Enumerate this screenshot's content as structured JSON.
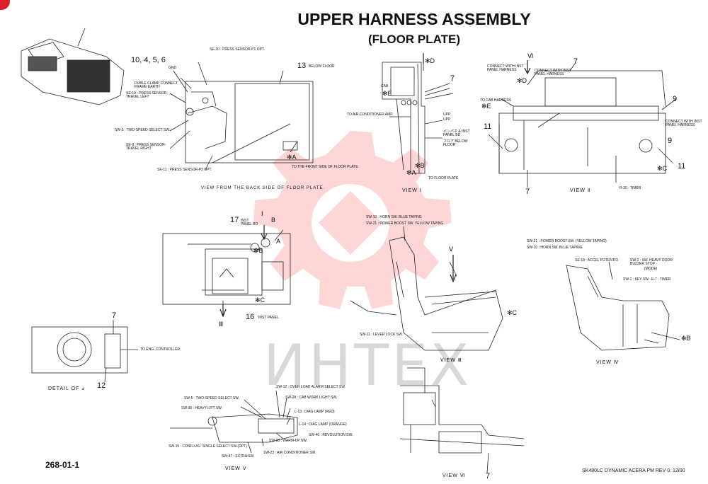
{
  "title": {
    "line1": "UPPER HARNESS ASSEMBLY",
    "line2": "(FLOOR PLATE)"
  },
  "page_number": "268-01-1",
  "footer": "SK480LC DYNAMIC ACERA PM REV 0. 12/00",
  "watermark": {
    "text": "ИНТЕХ",
    "color": "#ffd6d6"
  },
  "floor_plate_back": {
    "view_caption": "VIEW FROM THE BACK SIDE OF FLOOR PLATE.",
    "callouts": {
      "n10456": "10, 4, 5, 6",
      "gnd": "GND",
      "double_clamp": "DUBLE CLAMP CONNECT FRAME EARTH",
      "n13": "13",
      "below_floor": "BELOW FLOOR",
      "sw20": "SE-20 : PRESS SENSOR-P1 OPT.",
      "se10": "SE-10 : PRESS SENSOR- TRAVEL LEFT",
      "sw3": "SW-3 : TWO-SPEED SELECT SW.",
      "se9": "SE-9 : PRESS SENSOR- TRAVEL RIGHT",
      "se11": "SE-11 : PRESS SENSOR-P2 OPT.",
      "front_side": "TO THE FRONT SIDE OF FLOOR PLATE.",
      "star_a": "✻A"
    }
  },
  "view1": {
    "caption": "VIEW Ⅰ",
    "callouts": {
      "star_d": "✻D",
      "cab": "CAB",
      "star_e": "✻E",
      "n7": "7",
      "air_cond": "TO AIR CONDITIONER AMP.",
      "upp": "UPP",
      "upp2": "UPP",
      "inst_panel": "インパネ & INST PANEL BD",
      "below_floor": "フロア BELOW FLOOR",
      "star_b": "✻B",
      "star_a": "✻A",
      "to_floor": "TO FLOOR PLATE"
    }
  },
  "view2": {
    "caption": "VIEW Ⅱ",
    "callouts": {
      "vi": "Ⅵ",
      "connect_inst": "CONNECT WITH INST PANEL HARNESS",
      "connect_inst2": "CONNECT WITH INST PANEL HARNESS",
      "n7a": "7",
      "to_cab": "TO CAB HARNESS",
      "star_d": "✻D",
      "star_e": "✻E",
      "n9a": "9",
      "connect_inst3": "CONNECT WITH INST PANEL HARNESS",
      "n11a": "11",
      "n9b": "9",
      "n11b": "11",
      "star_c": "✻C",
      "n7b": "7",
      "timer": "R-20 : TIMER"
    }
  },
  "detail_floor": {
    "callouts": {
      "n17": "17",
      "inst_panel_bd": "INST PANEL BD",
      "i": "I",
      "b": "B",
      "a": "A",
      "star_b": "✻B",
      "star_c": "✻C",
      "iii": "Ⅲ",
      "n16": "16",
      "inst_panel": "INST PANEL"
    }
  },
  "detail_a": {
    "caption": "DETAIL OF ⅎ",
    "callouts": {
      "n7": "7",
      "n12": "12",
      "eng_ctrl": "TO ENG. CONTROLLER"
    }
  },
  "view3": {
    "caption": "VIEW Ⅲ",
    "callouts": {
      "sw10": "SW-10 : HORN SW. BLUE TAPING",
      "sw21": "SW-21 : POWER BOOST SW. YELLOW TAPING",
      "v": "Ⅴ",
      "star_c": "✻C",
      "sw11": "SW-11 : LEVER LOCK SW."
    }
  },
  "view4": {
    "caption": "VIEW Ⅳ",
    "callouts": {
      "sw21": "SW-21 : POWER BOOST SW. (YELLOW TAPING)",
      "sw10": "SW-10 : HORN SW. BLUE TAPING",
      "se18": "SE-18 : ACCEL POTENTIO",
      "sw2": "SW-2 : SW. HEAVY DOOR BUZZER STOP",
      "mode": "(MODE)",
      "sw1": "SW-1 : KEY SW.",
      "e7": "E-7 : TIMER",
      "star_b": "✻B"
    }
  },
  "view5": {
    "caption": "VIEW Ⅴ",
    "callouts": {
      "sw12": "SW-12 : OVER LOAD ALARM SELECT SW.",
      "sw5": "SW-5 : TWO-SPEED SELECT SW.",
      "sw28": "SW-28 : CAB WORK LIGHT SW.",
      "sw35": "SW-35 : HEAVY LIFT SW.",
      "l13": "L-13 : DIAG LAMP (RED)",
      "l14": "L-14 : DIAG LAMP (ORANGE)",
      "sw40": "SW-40 : REVOLUTION SW.",
      "sw38": "SW-38 : WARM-UP SW.",
      "sw15": "SW-15 : CONFLUX/- SINGLE SELECT SW.(OPT)",
      "sw47": "SW-47 : EXTRA SW.",
      "sw23": "SW-23 : AIR CONDITIONER SW."
    }
  },
  "view6": {
    "caption": "VIEW Ⅵ",
    "callouts": {
      "n7": "7"
    }
  }
}
